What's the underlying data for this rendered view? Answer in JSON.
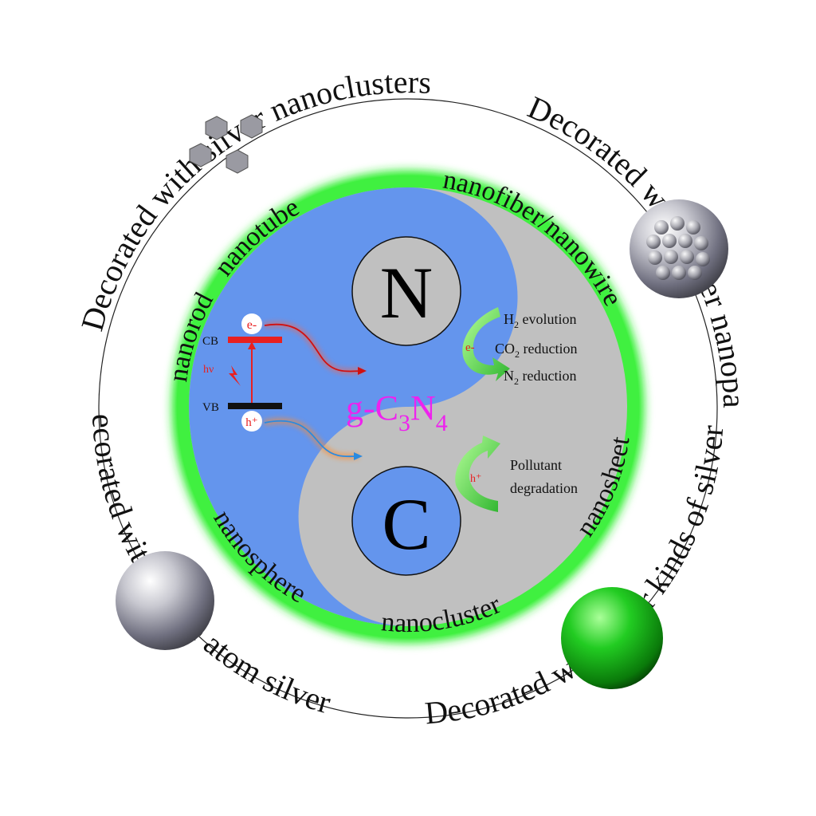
{
  "outer_labels": {
    "nanoclusters": "Decorated with  silver nanoclusters",
    "nanoparticles": "Decorated with silver nanoparticles",
    "other_kinds": "Decorated with other kinds of silver",
    "single_atom": "Decorated with single atom silver"
  },
  "morphologies": {
    "nanotube": "nanotube",
    "nanofiber": "nanofiber/nanowire",
    "nanosheet": "nanosheet",
    "nanocluster": "nanocluster",
    "nanosphere": "nanosphere",
    "nanorod": "nanorod"
  },
  "core": {
    "n_letter": "N",
    "c_letter": "C",
    "formula_prefix": "g-C",
    "formula_sub1": "3",
    "formula_mid": "N",
    "formula_sub2": "4"
  },
  "band": {
    "cb": "CB",
    "vb": "VB",
    "hv": "hν",
    "electron": "e-",
    "hole": "h⁺"
  },
  "reactions": {
    "electron_label": "e-",
    "hole_label": "h⁺",
    "h2_pre": "H",
    "h2_sub": "2",
    "h2_post": " evolution",
    "co2_pre": "CO",
    "co2_sub": "2",
    "co2_post": " reduction",
    "n2_pre": "N",
    "n2_sub": "2",
    "n2_post": " reduction",
    "pollutant_line1": "Pollutant",
    "pollutant_line2": "degradation"
  },
  "colors": {
    "blue": "#6495ed",
    "gray": "#c0c0c0",
    "glow": "#22ee22",
    "magenta": "#ee22ee",
    "red": "#e82020",
    "accent_green": "#3ec93e"
  }
}
